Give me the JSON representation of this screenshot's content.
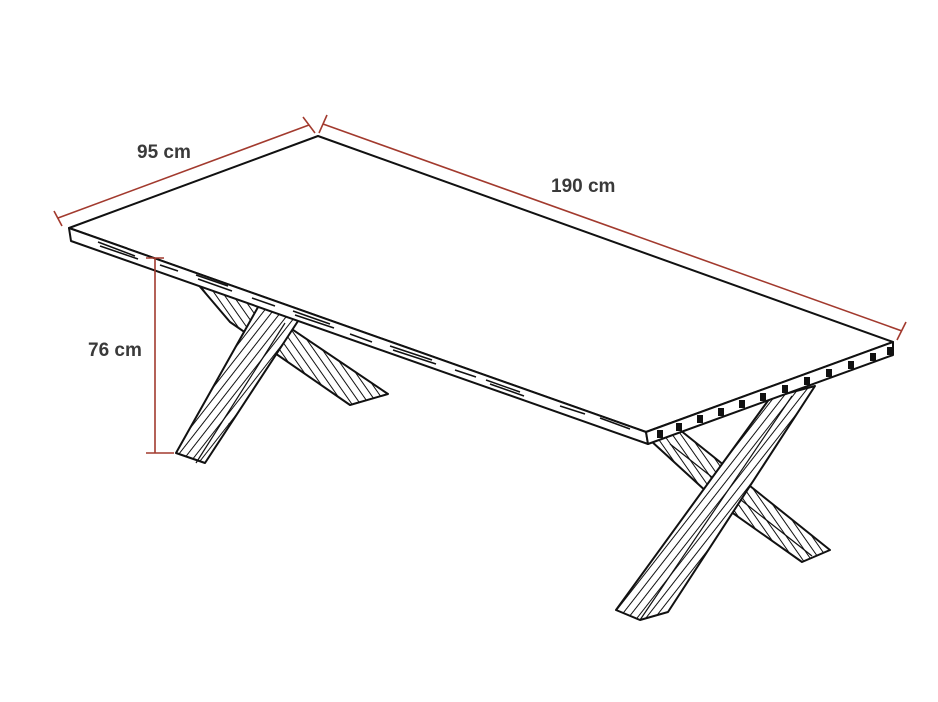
{
  "dimensions": {
    "width": {
      "label": "95 cm"
    },
    "length": {
      "label": "190 cm"
    },
    "height": {
      "label": "76 cm"
    }
  },
  "colors": {
    "dimension_line": "#a23a2e",
    "drawing_line": "#111111",
    "label_text": "#3a3a3a",
    "background": "#ffffff"
  },
  "icons": {
    "table": "dining-table-x-legs"
  }
}
